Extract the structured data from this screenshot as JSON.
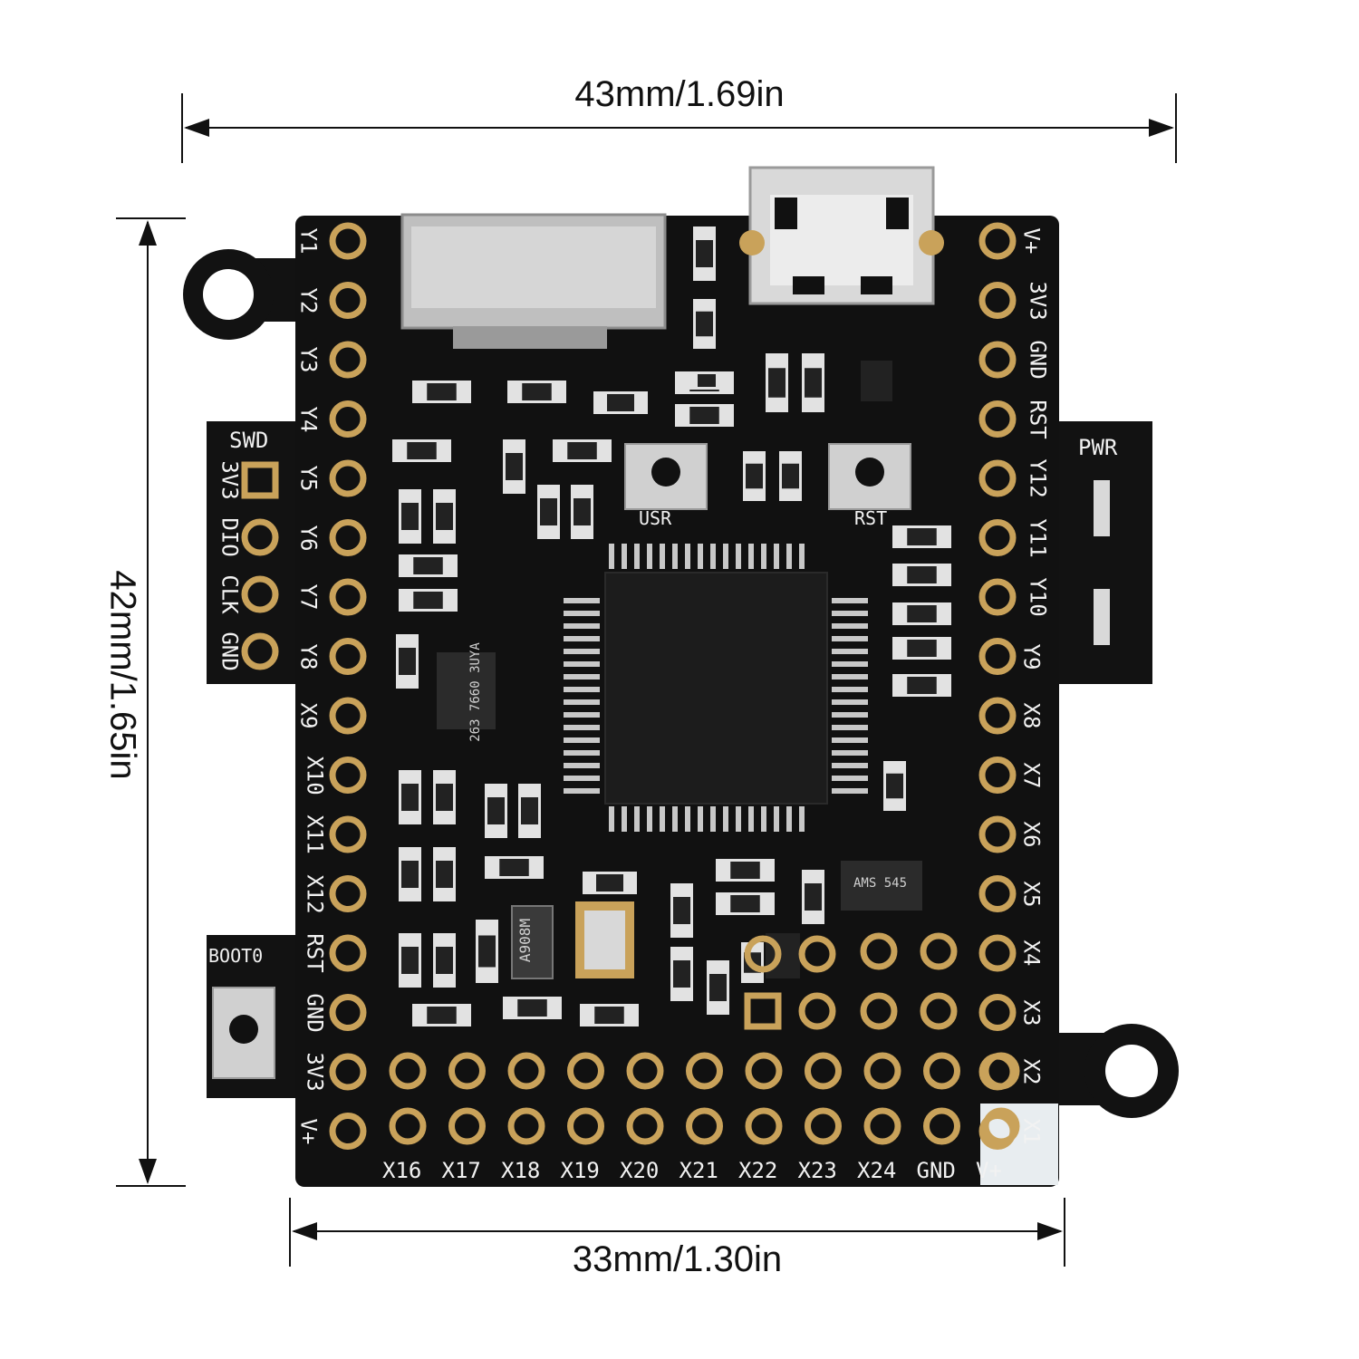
{
  "dimensions": {
    "width_text": "43mm/1.69in",
    "height_text": "42mm/1.65in",
    "pitch_width_text": "33mm/1.30in"
  },
  "board": {
    "pcb_color": "#111111",
    "pad_color": "#c9a25a",
    "silk_color": "#f2f2f2",
    "left_header_labels": [
      "Y1",
      "Y2",
      "Y3",
      "Y4",
      "Y5",
      "Y6",
      "Y7",
      "Y8",
      "X9",
      "X10",
      "X11",
      "X12",
      "RST",
      "GND",
      "3V3",
      "V+"
    ],
    "right_header_labels": [
      "V+",
      "3V3",
      "GND",
      "RST",
      "Y12",
      "Y11",
      "Y10",
      "Y9",
      "X8",
      "X7",
      "X6",
      "X5",
      "X4",
      "X3",
      "X2",
      "X1"
    ],
    "bottom_header_labels": [
      "X16",
      "X17",
      "X18",
      "X19",
      "X20",
      "X21",
      "X22",
      "X23",
      "X24",
      "GND",
      "V+"
    ],
    "swd_header": {
      "title": "SWD",
      "labels": [
        "3V3",
        "DIO",
        "CLK",
        "GND"
      ]
    },
    "button_labels": {
      "usr": "USR",
      "rst": "RST",
      "boot": "BOOT0"
    },
    "pwr_label": "PWR",
    "crystal_marking": "A908M",
    "chip_marking": "263 7660 3UYA",
    "regulator_marking": "AMS 545"
  }
}
